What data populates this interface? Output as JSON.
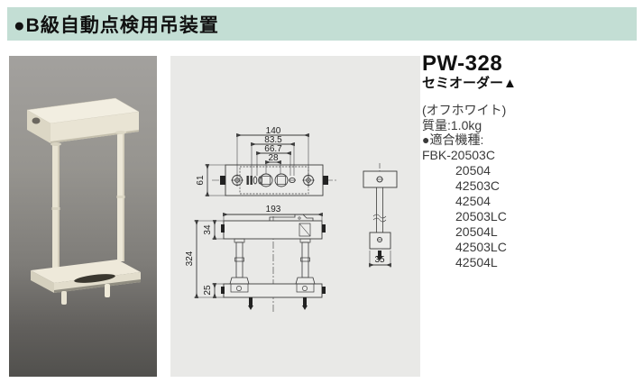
{
  "header": {
    "title": "●B級自動点検用吊装置"
  },
  "info": {
    "model": "PW-328",
    "order_type": "セミオーダー▲",
    "color_note": "(オフホワイト)",
    "weight": "質量:1.0kg",
    "compat_heading": "●適合機種:",
    "models": [
      "FBK-20503C",
      "20504",
      "42503C",
      "42504",
      "20503LC",
      "20504L",
      "42503LC",
      "42504L"
    ]
  },
  "drawing": {
    "dims": {
      "hole_span_outer": "140",
      "hole_span_2": "83.5",
      "hole_span_3": "66.7",
      "hole_span_inner": "28",
      "plate_depth": "61",
      "body_width": "193",
      "top_bar_height": "34",
      "overall_height": "324",
      "base_height": "25",
      "side_width": "35"
    }
  },
  "colors": {
    "header_bg": "#c3ded4",
    "drawing_bg": "#e9e9e7",
    "product_cream": "#ece7d8"
  }
}
